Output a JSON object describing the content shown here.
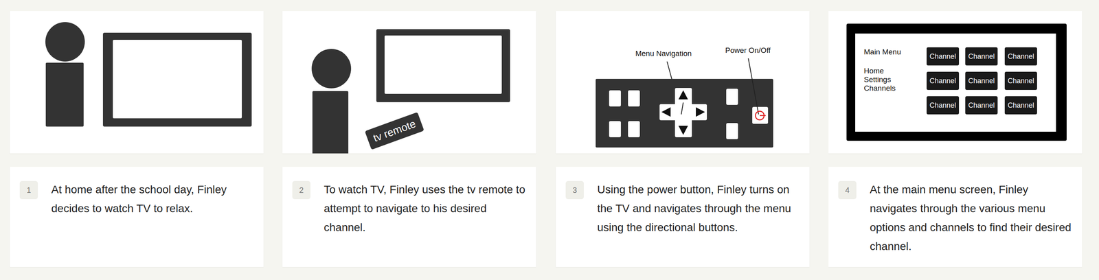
{
  "diagram": {
    "nodes": [
      {
        "text": [
          "tv remote"
        ]
      },
      {
        "text": [
          "Main Menu",
          "Home",
          "Settings",
          "Channels"
        ]
      },
      {
        "text": [
          "Channel"
        ],
        "in": 1
      },
      {
        "text": [
          "Channel"
        ],
        "in": 1
      },
      {
        "text": [
          "Channel"
        ],
        "in": 1
      },
      {
        "text": [
          "Channel"
        ],
        "in": 1
      },
      {
        "text": [
          "Channel"
        ],
        "in": 1
      },
      {
        "text": [
          "Channel"
        ],
        "in": 1
      },
      {
        "text": [
          "Channel"
        ],
        "in": 1
      },
      {
        "text": [
          "Channel"
        ],
        "in": 1
      },
      {
        "text": [
          "Channel"
        ],
        "in": 1
      },
      {
        "text": [
          "1",
          "At home after the school day, Finley decides to watch TV to relax."
        ]
      },
      {
        "text": [
          "2",
          "To watch TV, Finley uses the tv remote to attempt to navigate to his desired channel."
        ]
      },
      {
        "text": [
          "3",
          "Using the power button, Finley turns on the TV and navigates through the menu using the directional buttons."
        ]
      },
      {
        "text": [
          "4",
          "At the main menu screen, Finley navigates through the various menu options and channels to find their desired channel."
        ]
      }
    ],
    "labels": [
      "Menu Navigation",
      "Power On/Off"
    ]
  }
}
